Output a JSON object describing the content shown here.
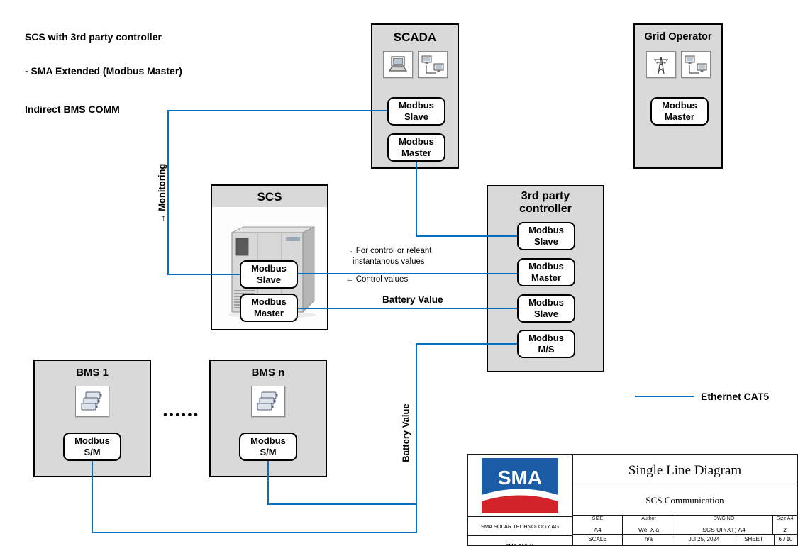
{
  "colors": {
    "line": "#0070C0",
    "box_fill": "#D9D9D9",
    "sma_blue": "#1A5DA6",
    "sma_red": "#D2232A"
  },
  "notes": {
    "line1": "SCS with 3rd party controller",
    "line2": "- SMA Extended (Modbus Master)",
    "line3": "Indirect BMS COMM"
  },
  "blocks": {
    "scada": {
      "title": "SCADA",
      "ports": [
        "Modbus Slave",
        "Modbus Master"
      ]
    },
    "grid": {
      "title": "Grid Operator",
      "ports": [
        "Modbus Master"
      ]
    },
    "scs": {
      "title": "SCS",
      "ports": [
        "Modbus Slave",
        "Modbus Master"
      ]
    },
    "third_party": {
      "title": "3rd party controller",
      "ports": [
        "Modbus Slave",
        "Modbus Master",
        "Modbus Slave",
        "Modbus M/S"
      ]
    },
    "bms1": {
      "title": "BMS 1",
      "ports": [
        "Modbus S/M"
      ]
    },
    "bmsn": {
      "title": "BMS n",
      "ports": [
        "Modbus S/M"
      ]
    }
  },
  "labels": {
    "monitoring": "→ Monitoring",
    "control_line1": "→ For control or releant",
    "control_line2": "instantanous values",
    "control_values": "← Control values",
    "battery_value": "Battery Value",
    "battery_value_vertical": "Battery Value",
    "dots": "••••••",
    "legend": "Ethernet CAT5"
  },
  "title_block": {
    "logo_text": "SMA",
    "company": "SMA SOLAR TECHNOLOGY AG",
    "company2": "SMA CHINA",
    "drawing_title": "Single Line Diagram",
    "drawing_subtitle": "SCS Communication",
    "size_label": "SIZE",
    "size_value": "A4",
    "author_label": "Author",
    "author_value": "Wei Xia",
    "dwg_label": "DWG NO",
    "dwg_value": "SCS UP(XT) A4",
    "size_a4_label": "Size A4",
    "size_a4_value": "2",
    "scale_label": "SCALE",
    "scale_value": "n/a",
    "date": "Jul 25, 2024",
    "sheet_label": "SHEET",
    "sheet_value": "6 / 10"
  }
}
